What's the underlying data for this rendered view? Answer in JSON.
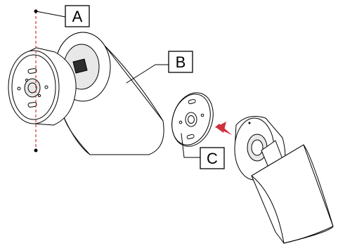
{
  "callouts": {
    "a": "A",
    "b": "B",
    "c": "C"
  },
  "colors": {
    "axis_line": "#d0313d",
    "arrow": "#d0313d",
    "outline": "#000000"
  },
  "icons": {
    "axis": "dashed-axis-line",
    "arrow": "insertion-arrow"
  }
}
